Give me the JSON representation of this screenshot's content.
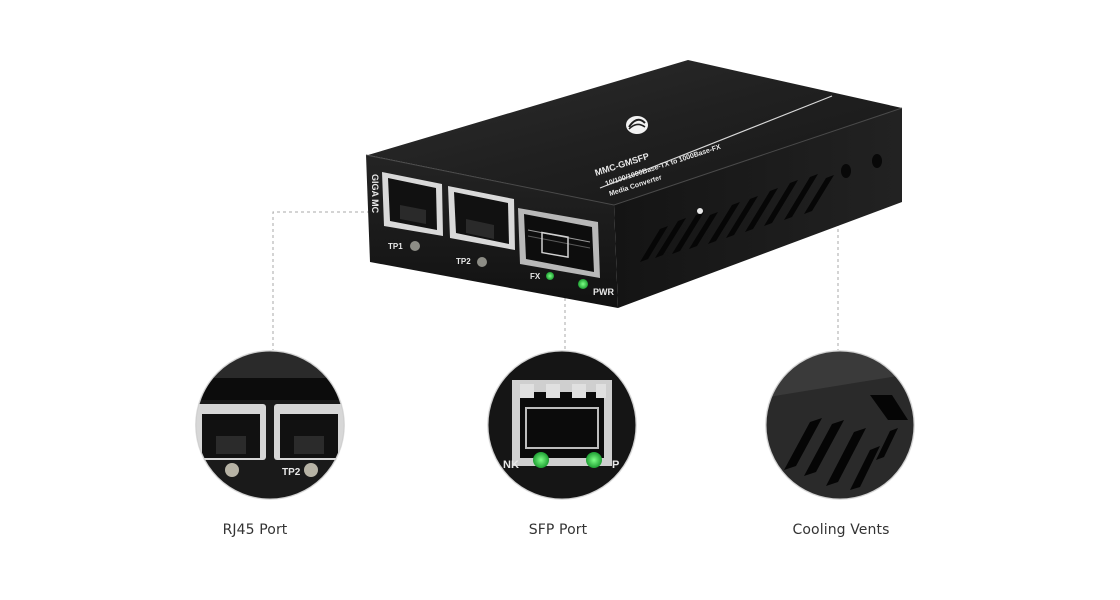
{
  "product": {
    "model_text": "MMC-GMSFP",
    "spec_line_1": "10/100/1000Base-TX to 1000Base-FX",
    "spec_line_2": "Media Converter",
    "front_label": "GIGA MC",
    "port_labels": {
      "tp1": "TP1",
      "tp2": "TP2",
      "fx": "FX",
      "pwr": "PWR"
    }
  },
  "zoom_views": {
    "rj45": {
      "caption": "RJ45 Port",
      "port_label": "TP2"
    },
    "sfp": {
      "caption": "SFP Port",
      "left_label": "NK",
      "right_label": "P"
    },
    "vent": {
      "caption": "Cooling Vents"
    }
  },
  "colors": {
    "background": "#ffffff",
    "device_body": "#1e1e1e",
    "leader_line": "#a9a9a9",
    "led_green": "#27c33f",
    "caption_text": "#333333"
  }
}
